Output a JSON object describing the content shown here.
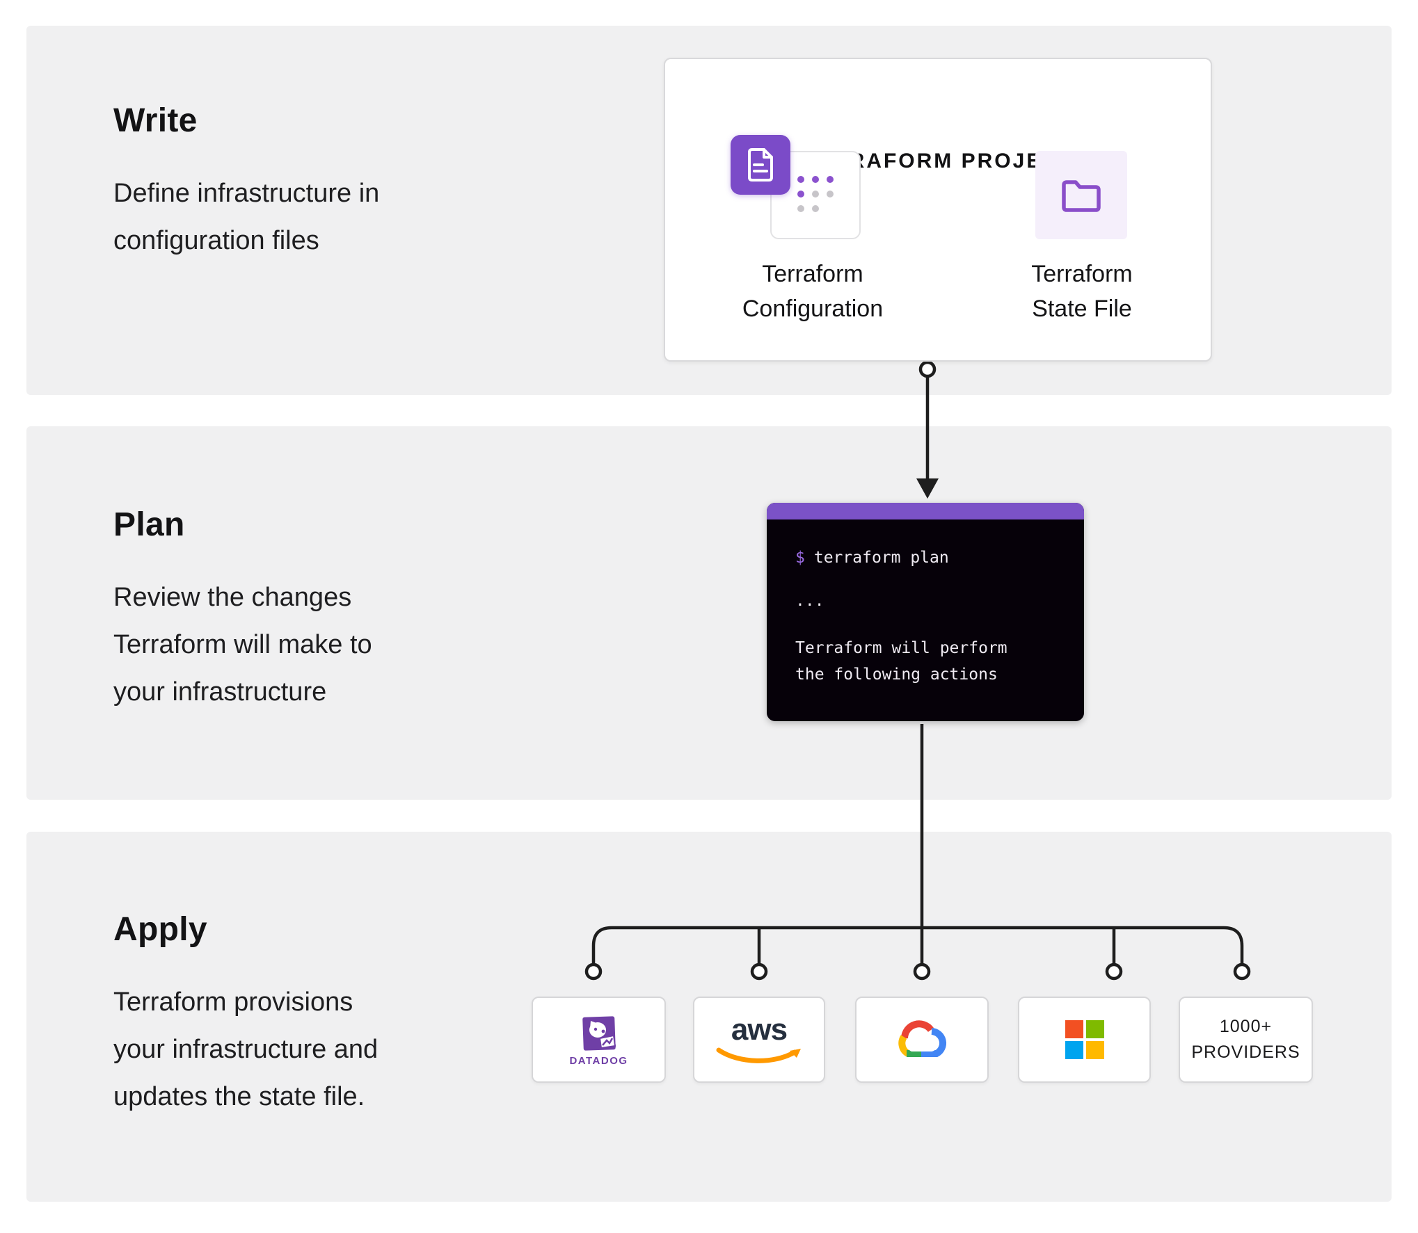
{
  "sections": [
    {
      "title": "Write",
      "description_lines": [
        "Define infrastructure in",
        "configuration files"
      ]
    },
    {
      "title": "Plan",
      "description_lines": [
        "Review the changes",
        "Terraform will make to",
        "your infrastructure"
      ]
    },
    {
      "title": "Apply",
      "description_lines": [
        "Terraform provisions",
        "your infrastructure and",
        "updates the state file."
      ]
    }
  ],
  "project_card": {
    "title": "TERRAFORM PROJECT",
    "items": [
      {
        "name": "Terraform Configuration",
        "icon": "document-grid-icon",
        "label_lines": [
          "Terraform",
          "Configuration"
        ]
      },
      {
        "name": "Terraform State File",
        "icon": "folder-icon",
        "label_lines": [
          "Terraform",
          "State File"
        ]
      }
    ]
  },
  "terminal": {
    "prompt": "$",
    "command": "terraform plan",
    "ellipsis": "...",
    "output_lines": [
      "Terraform will perform",
      "the following actions"
    ]
  },
  "providers": [
    {
      "name": "Datadog",
      "wordmark": "DATADOG"
    },
    {
      "name": "AWS",
      "wordmark": "aws"
    },
    {
      "name": "Google Cloud"
    },
    {
      "name": "Microsoft"
    },
    {
      "name": "1000+ Providers",
      "label_lines": [
        "1000+",
        "PROVIDERS"
      ]
    }
  ],
  "colors": {
    "panel_background": "#f0f0f1",
    "accent_purple": "#7b4bc8",
    "lavender_tile": "#f5effb",
    "folder_purple": "#8a4ec9",
    "dot_purple": "#8b52ce",
    "dot_gray": "#c7c5c9",
    "terminal_header": "#7b52c7",
    "terminal_background": "#060109",
    "terminal_text": "#efeaf2",
    "terminal_prompt": "#9a6be2",
    "connector": "#1e1e1e",
    "datadog_purple": "#6f3fa6",
    "aws_navy": "#252f3e",
    "aws_orange": "#ff9900",
    "microsoft_red": "#f25022",
    "microsoft_green": "#7fba00",
    "microsoft_blue": "#00a4ef",
    "microsoft_yellow": "#ffb900",
    "google_red": "#ea4335",
    "google_blue": "#4285f4",
    "google_yellow": "#fbbc05",
    "google_green": "#34a853"
  }
}
